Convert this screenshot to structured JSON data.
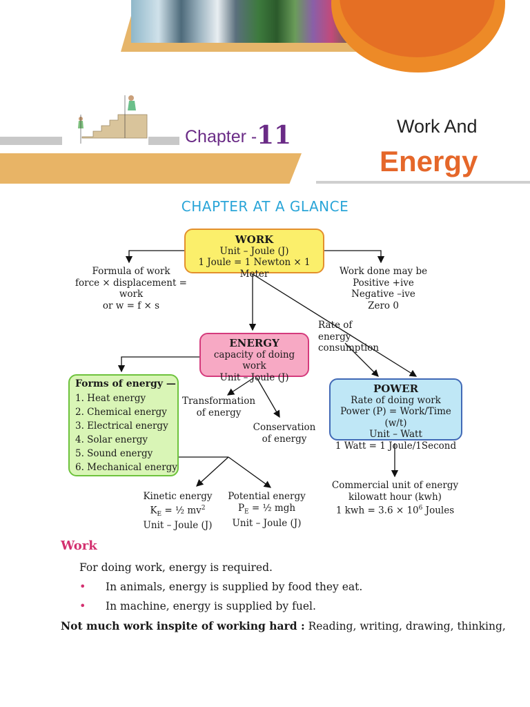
{
  "header": {
    "chapter_label": "Chapter -",
    "chapter_number": "11",
    "title_line1": "Work And",
    "title_line2": "Energy",
    "glance": "CHAPTER AT A GLANCE"
  },
  "map": {
    "work": {
      "title": "WORK",
      "line1": "Unit – Joule (J)",
      "line2": "1 Joule = 1 Newton × 1 Meter"
    },
    "formula": {
      "line1": "Formula of work",
      "line2": "force × displacement = work",
      "line3": "or w = f × s"
    },
    "work_done": {
      "line1": "Work done may be",
      "line2": "Positive +ive",
      "line3": "Negative –ive",
      "line4": "Zero 0"
    },
    "rate": {
      "line1": "Rate of",
      "line2": "energy",
      "line3": "consumption"
    },
    "energy": {
      "title": "ENERGY",
      "line1": "capacity of doing work",
      "line2": "Unit – Joule (J)"
    },
    "power": {
      "title": "POWER",
      "line1": "Rate of doing work",
      "line2": "Power (P) = Work/Time (w/t)",
      "line3": "Unit – Watt",
      "line4": "1 Watt = 1 Joule/1Second"
    },
    "forms": {
      "title": "Forms of energy —",
      "items": [
        "1. Heat energy",
        "2. Chemical energy",
        "3. Electrical energy",
        "4. Solar energy",
        "5. Sound energy",
        "6. Mechanical energy"
      ]
    },
    "transformation": {
      "line1": "Transformation",
      "line2": "of energy"
    },
    "conservation": {
      "line1": "Conservation",
      "line2": "of energy"
    },
    "kinetic": {
      "title": "Kinetic energy",
      "formula_k": "K",
      "formula_sub": "E",
      "formula_rest": " = ½ mv",
      "formula_sup": "2",
      "unit": "Unit – Joule (J)"
    },
    "potential": {
      "title": "Potential energy",
      "formula_p": "P",
      "formula_sub": "E",
      "formula_rest": " = ½ mgh",
      "unit": "Unit – Joule (J)"
    },
    "commercial": {
      "line1": "Commercial unit of energy",
      "line2": "kilowatt hour (kwh)",
      "line3_a": "1 kwh = 3.6 × 10",
      "line3_sup": "6",
      "line3_b": " Joules"
    }
  },
  "body": {
    "section_title": "Work",
    "intro": "For doing work, energy is required.",
    "bullets": [
      "In animals, energy is supplied by food they eat.",
      "In machine, energy is supplied by fuel."
    ],
    "bullet_symbol": "•",
    "last_bold": "Not much work inspite of working hard :",
    "last_rest": " Reading, writing, drawing, thinking,"
  },
  "colors": {
    "accent_orange": "#e5672a",
    "chapter_purple": "#6a2b86",
    "glance_blue": "#2aa5d8",
    "section_pink": "#d3306f"
  }
}
